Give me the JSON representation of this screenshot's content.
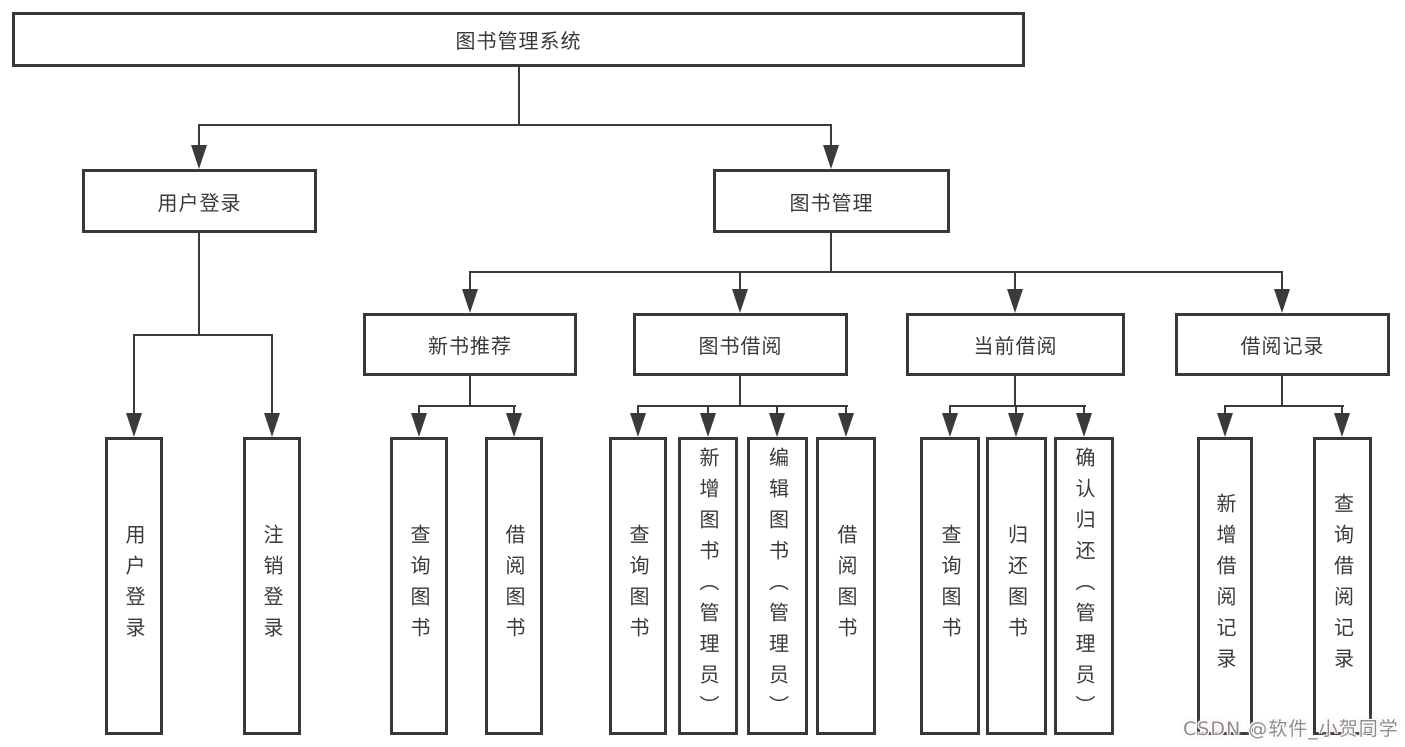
{
  "colors": {
    "background": "#ffffff",
    "box_border": "#383838",
    "connector_line": "#3a3a3a",
    "text": "#3a3a3a",
    "watermark_text": "#8f8f8f"
  },
  "tree": {
    "label": "图书管理系统",
    "children": [
      {
        "label": "用户登录",
        "children": [
          {
            "label": "用户登录"
          },
          {
            "label": "注销登录"
          }
        ]
      },
      {
        "label": "图书管理",
        "children": [
          {
            "label": "新书推荐",
            "children": [
              {
                "label": "查询图书"
              },
              {
                "label": "借阅图书"
              }
            ]
          },
          {
            "label": "图书借阅",
            "children": [
              {
                "label": "查询图书"
              },
              {
                "label": "新增图书（管理员）"
              },
              {
                "label": "编辑图书（管理员）"
              },
              {
                "label": "借阅图书"
              }
            ]
          },
          {
            "label": "当前借阅",
            "children": [
              {
                "label": "查询图书"
              },
              {
                "label": "归还图书"
              },
              {
                "label": "确认归还（管理员）"
              }
            ]
          },
          {
            "label": "借阅记录",
            "children": [
              {
                "label": "新增借阅记录"
              },
              {
                "label": "查询借阅记录"
              }
            ]
          }
        ]
      }
    ]
  },
  "watermark": {
    "text": "CSDN @软件_小贺同学"
  }
}
